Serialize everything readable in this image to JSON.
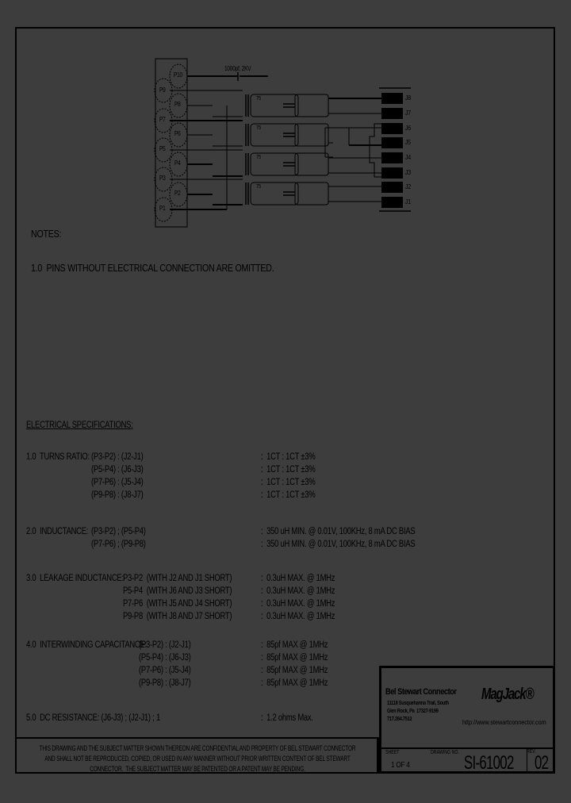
{
  "schematic": {
    "capacitor_label": "1000pf, 2KV",
    "transformer_label": "75",
    "pins_left": [
      "P9",
      "P7",
      "P5",
      "P3",
      "P1"
    ],
    "pins_right": [
      "P10",
      "P8",
      "P6",
      "P4",
      "P2"
    ],
    "jacks": [
      "J8",
      "J7",
      "J6",
      "J5",
      "J4",
      "J3",
      "J2",
      "J1"
    ]
  },
  "notes": {
    "heading": "NOTES:",
    "items": [
      "1.0  PINS WITHOUT ELECTRICAL CONNECTION ARE OMITTED."
    ]
  },
  "specs": {
    "heading": "ELECTRICAL SPECIFICATIONS:",
    "turns_ratio": {
      "label": "1.0  TURNS RATIO:",
      "rows": [
        {
          "pair": "(P3-P2) : (J2-J1)",
          "value": ":  1CT : 1CT ±3%"
        },
        {
          "pair": "(P5-P4) : (J6-J3)",
          "value": ":  1CT : 1CT ±3%"
        },
        {
          "pair": "(P7-P6) : (J5-J4)",
          "value": ":  1CT : 1CT ±3%"
        },
        {
          "pair": "(P9-P8) : (J8-J7)",
          "value": ":  1CT : 1CT ±3%"
        }
      ]
    },
    "inductance": {
      "label": "2.0  INDUCTANCE:",
      "rows": [
        {
          "pair": "(P3-P2) ; (P5-P4)",
          "value": ":  350 uH MIN. @ 0.01V, 100KHz, 8 mA DC BIAS"
        },
        {
          "pair": "(P7-P6) ; (P9-P8)",
          "value": ":  350 uH MIN. @ 0.01V, 100KHz, 8 mA DC BIAS"
        }
      ]
    },
    "leakage": {
      "label": "3.0  LEAKAGE INDUCTANCE:",
      "rows": [
        {
          "pair": "P3-P2  (WITH J2 AND J1 SHORT)",
          "value": ":  0.3uH MAX. @ 1MHz"
        },
        {
          "pair": "P5-P4  (WITH J6 AND J3 SHORT)",
          "value": ":  0.3uH MAX. @ 1MHz"
        },
        {
          "pair": "P7-P6  (WITH J5 AND J4 SHORT)",
          "value": ":  0.3uH MAX. @ 1MHz"
        },
        {
          "pair": "P9-P8  (WITH J8 AND J7 SHORT)",
          "value": ":  0.3uH MAX. @ 1MHz"
        }
      ]
    },
    "interwinding": {
      "label": "4.0  INTERWINDING CAPACITANCE:",
      "rows": [
        {
          "pair": "(P3-P2) : (J2-J1)",
          "value": ":  85pf MAX @ 1MHz"
        },
        {
          "pair": "(P5-P4) : (J6-J3)",
          "value": ":  85pf MAX @ 1MHz"
        },
        {
          "pair": "(P7-P6) : (J5-J4)",
          "value": ":  85pf MAX @ 1MHz"
        },
        {
          "pair": "(P9-P8) : (J8-J7)",
          "value": ":  85pf MAX @ 1MHz"
        }
      ]
    },
    "dc_resistance": {
      "label": "5.0  DC RESISTANCE: (J6-J3) ; (J2-J1) ; 1",
      "value": ":  1.2 ohms Max."
    }
  },
  "confidential": [
    "THIS DRAWING AND THE SUBJECT MATTER SHOWN THEREON ARE CONFIDENTIAL AND PROPERTY OF BEL STEWART CONNECTOR",
    "AND SHALL NOT BE REPRODUCED, COPIED, OR USED IN ANY MANNER WITHOUT PRIOR WRITTEN CONTENT OF BEL STEWART",
    "CONNECTOR.  THE SUBJECT MATTER MAY BE PATENTED OR A PATENT MAY BE PENDING."
  ],
  "title_block": {
    "company": "Bel Stewart Connector",
    "address1": "11118 Susquehanna Trail, South",
    "address2": "Glen Rock, Pa  17327-9199",
    "phone": "717.284.7512",
    "logo": "MagJack®",
    "url": "http://www.stewartconnector.com",
    "sheet_label": "SHEET",
    "sheet_value": "1 OF 4",
    "drawing_label": "DRAWING NO.",
    "drawing_no": "SI-61002",
    "rev_label": "REV.",
    "rev_value": "02"
  }
}
